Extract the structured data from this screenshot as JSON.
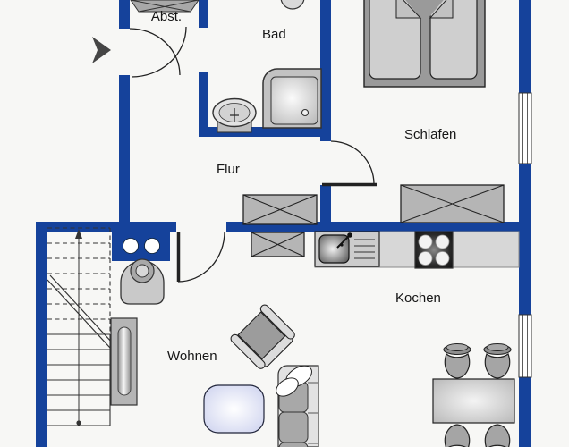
{
  "title": "apartment-floor-plan",
  "rooms": {
    "abst": {
      "label": "Abst."
    },
    "bad": {
      "label": "Bad"
    },
    "flur": {
      "label": "Flur"
    },
    "schlafen": {
      "label": "Schlafen"
    },
    "kochen": {
      "label": "Kochen"
    },
    "wohnen": {
      "label": "Wohnen"
    }
  },
  "icons": {
    "entrance": "right-arrow-icon"
  },
  "colors": {
    "wall": "#15429b",
    "background": "#f7f7f5",
    "outline": "#222222",
    "furniture": "#b3b3b3",
    "furniture-light": "#dcdcdc",
    "mattress": "#cfcfcf",
    "counter": "#d7d7d7",
    "stove-black": "#0d0d0d",
    "coffee-table": "#ccd1ee",
    "arrow": "#454545",
    "label-text": "#161616"
  }
}
